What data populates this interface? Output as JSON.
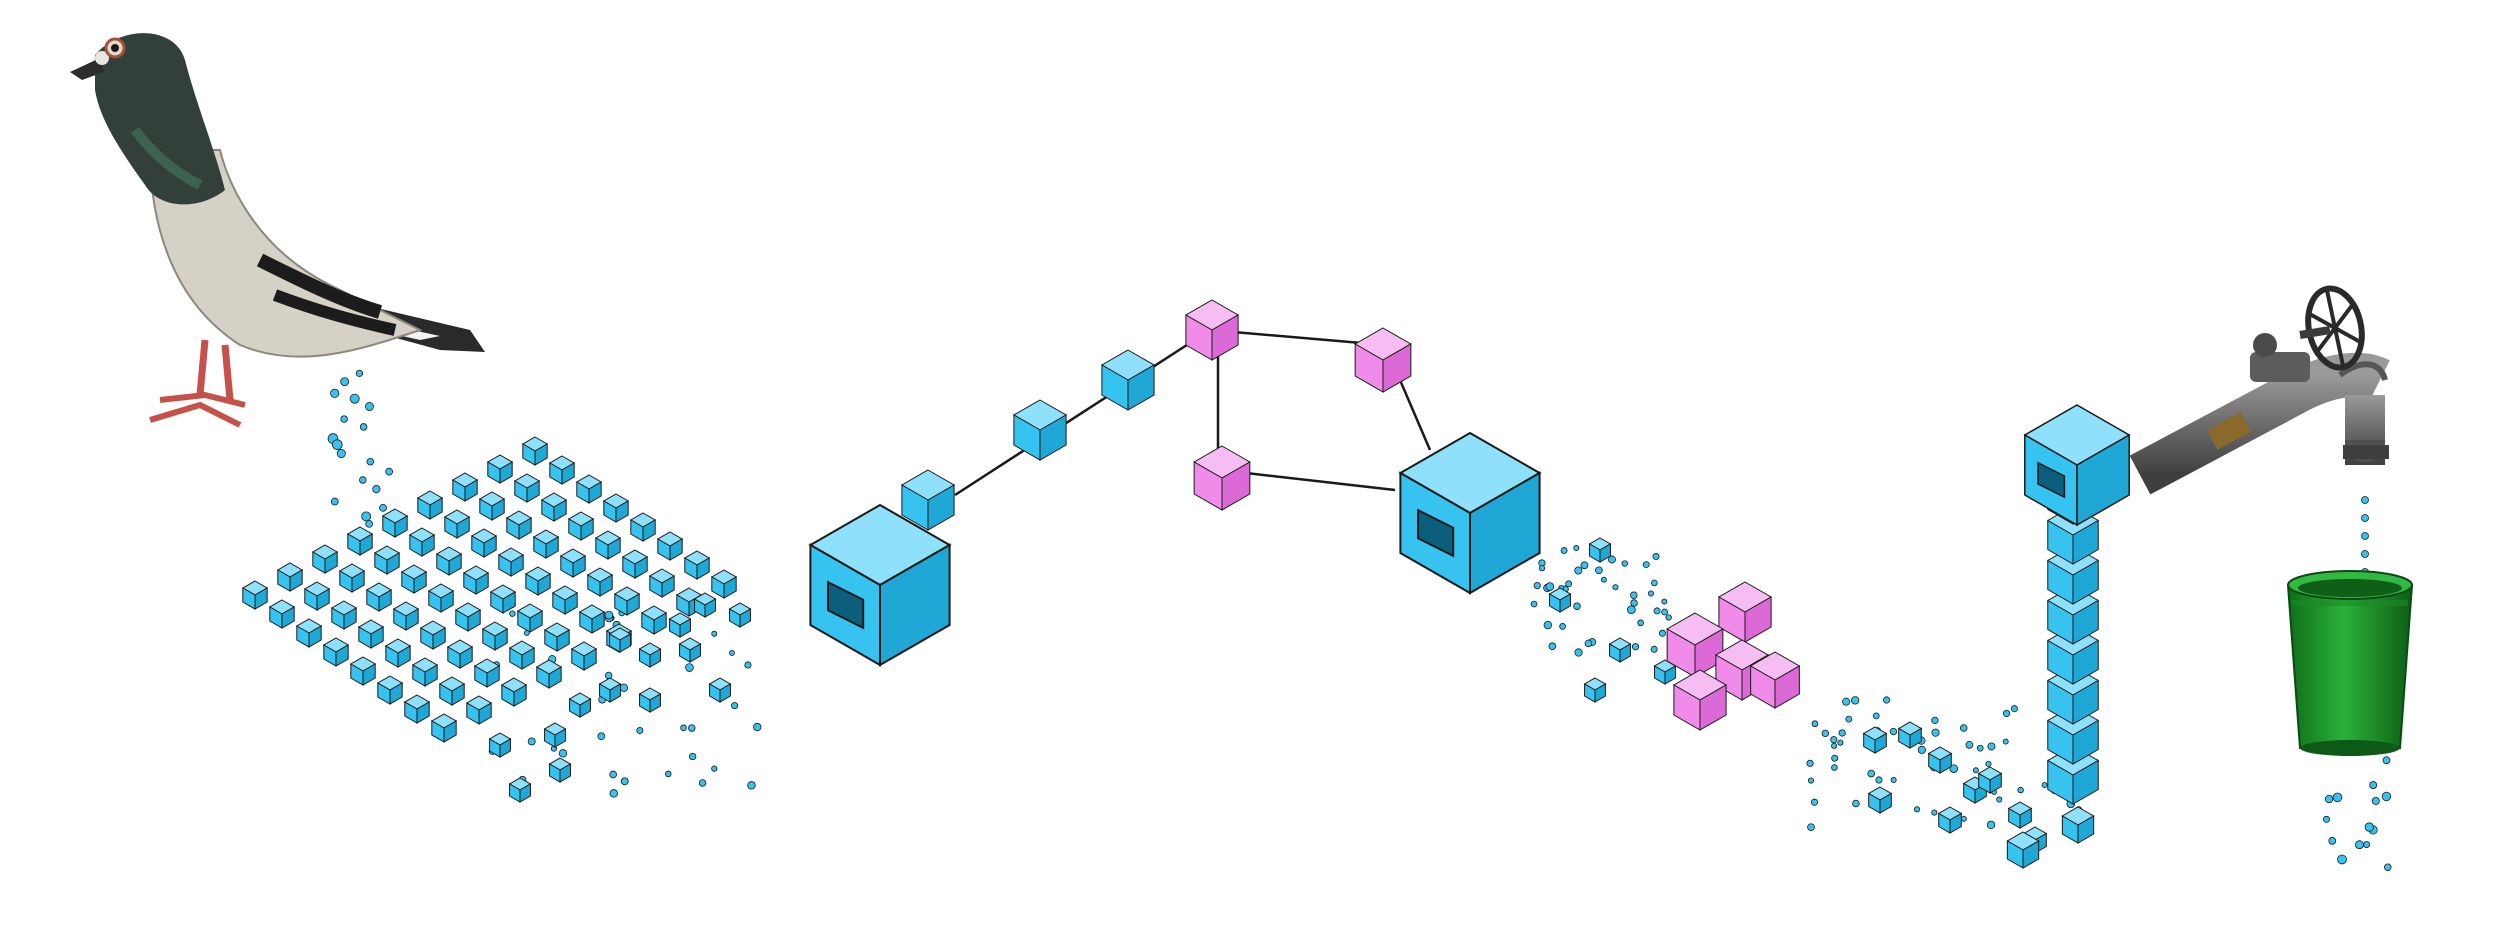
{
  "colors": {
    "background": "#ffffff",
    "cube_blue_top": "#8fe0fb",
    "cube_blue_left": "#36c3ef",
    "cube_blue_right": "#1fa8d6",
    "cube_pink_top": "#f6bdf3",
    "cube_pink_left": "#f08be9",
    "cube_pink_right": "#dc6ad6",
    "edge": "#1a1a1a",
    "pigeon_dark": "#2f3a33",
    "pigeon_light": "#d9d6cc",
    "pipe": "#6e6e6e",
    "bucket": "#1f9a2a"
  },
  "icons": {
    "source": "pigeon-icon",
    "tap": "water-tap-icon",
    "sink": "green-bucket-icon"
  },
  "stages": [
    "pigeon-source",
    "cube-field",
    "cube-network",
    "pink-cluster",
    "pipe-tower",
    "tap-and-bucket"
  ]
}
